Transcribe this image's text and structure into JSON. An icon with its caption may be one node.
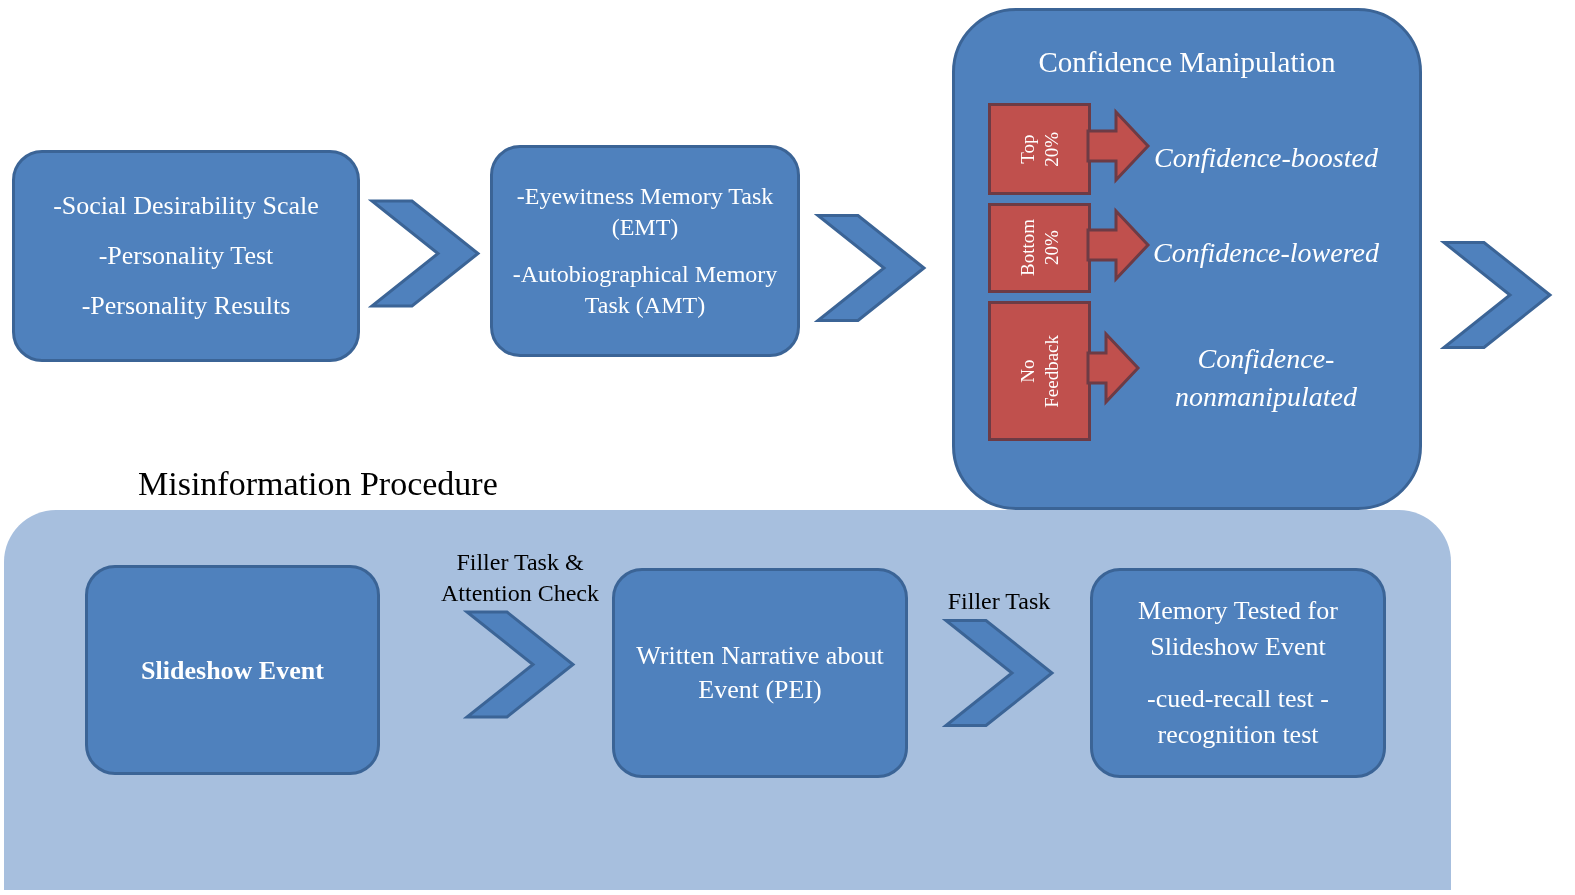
{
  "diagram": {
    "nodes": [
      {
        "text": [
          "-Social Desirability Scale",
          "-Personality Test",
          "-Personality Results"
        ]
      },
      {
        "text": [
          "-Eyewitness Memory Task (EMT)",
          "-Autobiographical Memory Task (AMT)"
        ]
      },
      {
        "text": [
          "Confidence Manipulation"
        ]
      },
      {
        "text": [
          "Top 20%"
        ],
        "in": 2
      },
      {
        "text": [
          "Bottom 20%"
        ],
        "in": 2
      },
      {
        "text": [
          "No Feedback"
        ],
        "in": 2
      },
      {
        "text": [
          "Confidence-boosted"
        ],
        "in": 2
      },
      {
        "text": [
          "Confidence-lowered"
        ],
        "in": 2
      },
      {
        "text": [
          "Confidence-nonmanipulated"
        ],
        "in": 2
      },
      {
        "text": [
          "Misinformation Procedure"
        ]
      },
      {
        "text": [
          "Slideshow Event"
        ],
        "in": 9
      },
      {
        "text": [
          "Written Narrative about Event (PEI)"
        ],
        "in": 9
      },
      {
        "text": [
          "Memory Tested for Slideshow Event",
          "-cued-recall test -recognition test"
        ],
        "in": 9
      }
    ],
    "edges": [
      {
        "from": 0,
        "to": 1,
        "arrow": "to"
      },
      {
        "from": 1,
        "to": 2,
        "arrow": "to"
      },
      {
        "from": 2,
        "to": null,
        "arrow": "to"
      },
      {
        "from": 3,
        "to": 6,
        "arrow": "to",
        "color": "#c0504d"
      },
      {
        "from": 4,
        "to": 7,
        "arrow": "to",
        "color": "#c0504d"
      },
      {
        "from": 5,
        "to": 8,
        "arrow": "to",
        "color": "#c0504d"
      },
      {
        "from": 10,
        "to": 11,
        "arrow": "to",
        "label": "Filler Task & Attention Check"
      },
      {
        "from": 11,
        "to": 12,
        "arrow": "to",
        "label": "Filler Task"
      }
    ]
  }
}
